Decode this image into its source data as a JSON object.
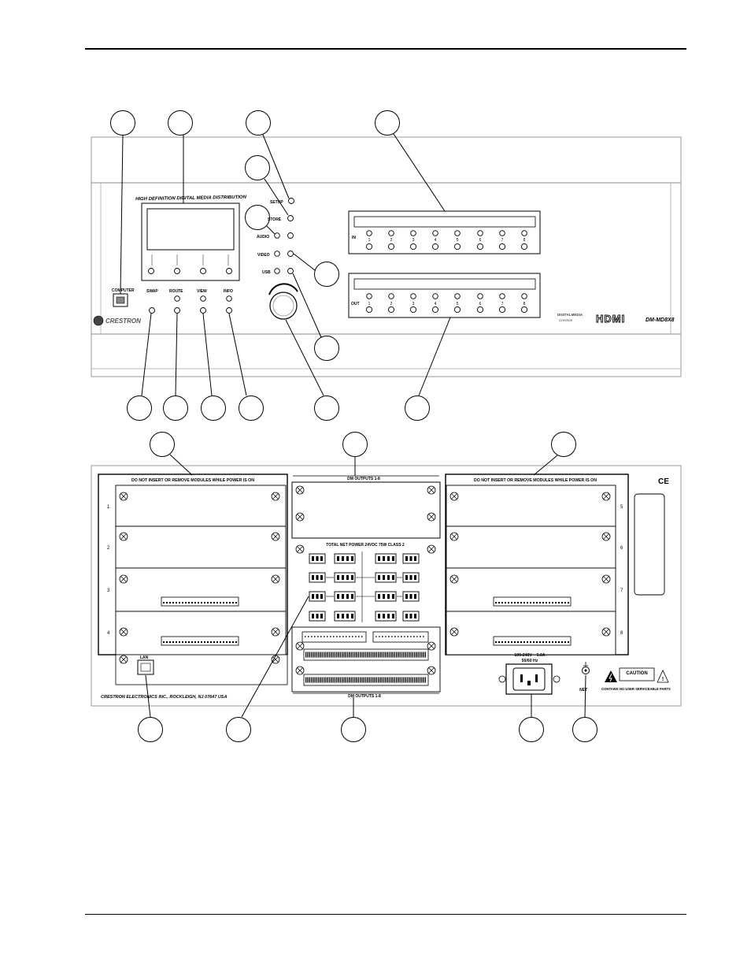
{
  "front_panel": {
    "lcd_heading": "HIGH DEFINITION DIGITAL MEDIA DISTRIBUTION",
    "status_labels": [
      "SETUP",
      "STORE",
      "AUDIO",
      "VIDEO",
      "USB"
    ],
    "computer_label": "COMPUTER",
    "function_buttons": [
      "SWAP",
      "ROUTE",
      "VIEW",
      "INFO"
    ],
    "brand": "CRESTRON",
    "hdmi_logo": "HDMI",
    "model": "DM-MD8X8",
    "dm_logo_lines": [
      "DIGITALMEDIA",
      "Crestron"
    ],
    "in_label": "IN",
    "out_label": "OUT",
    "channel_numbers": [
      "1",
      "2",
      "3",
      "4",
      "5",
      "6",
      "7",
      "8"
    ]
  },
  "rear_panel": {
    "warning_text": "DO NOT INSERT OR REMOVE MODULES WHILE POWER IS ON",
    "dm_outputs_top": "DM OUTPUTS 1-8",
    "dm_outputs_bottom": "DM OUTPUTS 1-8",
    "class2_text": "TOTAL NET POWER 24VDC 75W CLASS 2",
    "slot_numbers_left": [
      "1",
      "2",
      "3",
      "4"
    ],
    "slot_numbers_right": [
      "5",
      "6",
      "7",
      "8"
    ],
    "lan_label": "LAN",
    "company_line": "CRESTRON ELECTRONICS INC., ROCKLEIGH, NJ 07647  USA",
    "power_label_lines": [
      "100-240V ~ 6.0A",
      "50/60 Hz"
    ],
    "caution_label": "CAUTION",
    "caution_footer": "CONTAINS NO USER SERVICEABLE PARTS",
    "ce_mark": "CE",
    "net_label": "NET"
  }
}
